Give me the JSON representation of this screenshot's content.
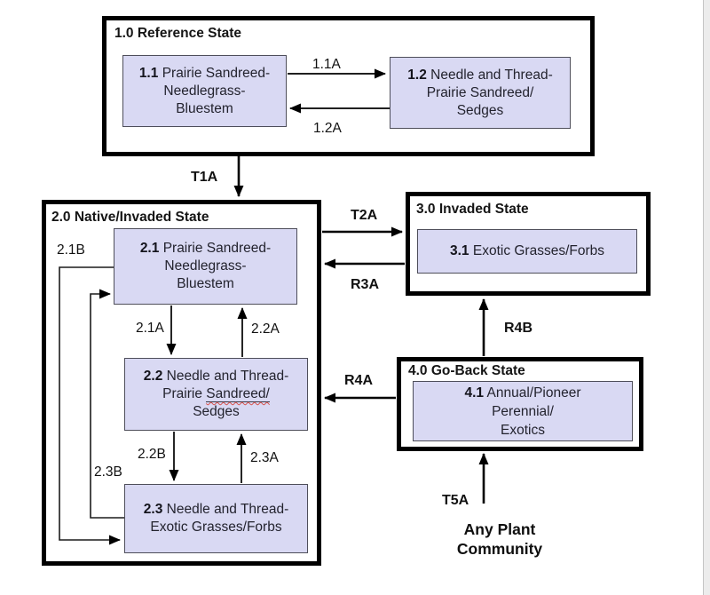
{
  "states": {
    "s1": {
      "title": "1.0 Reference State"
    },
    "s2": {
      "title": "2.0 Native/Invaded State"
    },
    "s3": {
      "title": "3.0 Invaded State"
    },
    "s4": {
      "title": "4.0 Go-Back State"
    }
  },
  "communities": {
    "c11": {
      "num": "1.1",
      "l1": "Prairie Sandreed-",
      "l2": "Needlegrass-",
      "l3": "Bluestem"
    },
    "c12": {
      "num": "1.2",
      "l1": "Needle and Thread-",
      "l2": "Prairie Sandreed/",
      "l3": "Sedges"
    },
    "c21": {
      "num": "2.1",
      "l1": "Prairie Sandreed-",
      "l2": "Needlegrass-",
      "l3": "Bluestem"
    },
    "c22": {
      "num": "2.2",
      "l1": "Needle and Thread-",
      "l2a": "Prairie ",
      "l2b": "Sandreed/",
      "l3": "Sedges"
    },
    "c23": {
      "num": "2.3",
      "l1": "Needle and Thread-",
      "l2": "Exotic Grasses/Forbs"
    },
    "c31": {
      "num": "3.1",
      "l1": "Exotic Grasses/Forbs"
    },
    "c41": {
      "num": "4.1",
      "l1": "Annual/Pioneer",
      "l2": "Perennial/",
      "l3": "Exotics"
    }
  },
  "transitions": {
    "t1a": "T1A",
    "t2a": "T2A",
    "r3a": "R3A",
    "r4a": "R4A",
    "r4b": "R4B",
    "t5a": "T5A"
  },
  "pathways": {
    "p11a": "1.1A",
    "p12a": "1.2A",
    "p21a": "2.1A",
    "p21b": "2.1B",
    "p22a": "2.2A",
    "p22b": "2.2B",
    "p23a": "2.3A",
    "p23b": "2.3B"
  },
  "footer": {
    "l1": "Any Plant",
    "l2": "Community"
  },
  "colors": {
    "community_fill": "#d9d9f3",
    "community_border": "#4e4e5a",
    "state_border": "#000000",
    "arrow": "#000000",
    "misspell_squiggle": "#d8504a",
    "scrollbar_track": "#ececec"
  }
}
